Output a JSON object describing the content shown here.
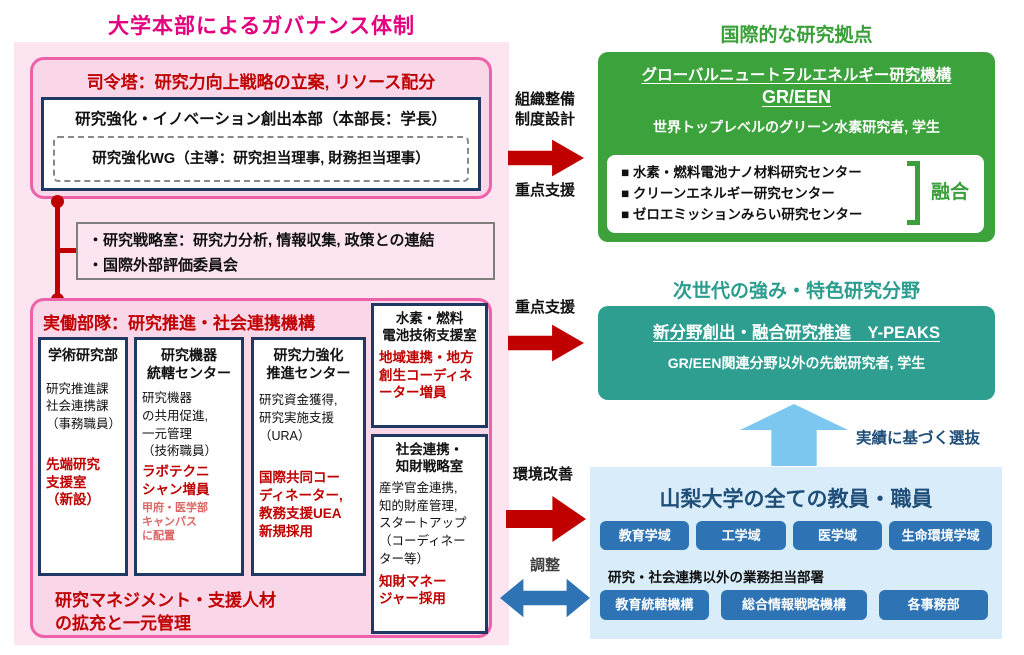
{
  "colors": {
    "magenta_title": "#E5007E",
    "red_accent": "#C00000",
    "navy_border": "#1F3864",
    "pink_border": "#EC61A8",
    "panel_pink": "#FCE4F1",
    "box_pink": "#FAD6E9",
    "green": "#3CA23C",
    "teal": "#2D9E90",
    "light_blue_panel": "#D8ECF9",
    "button_blue": "#2E74B5",
    "sky_arrow": "#7CC7F0",
    "navy_text": "#1F4E79",
    "note_red": "#DD6666"
  },
  "left_panel": {
    "title": "大学本部によるガバナンス体制",
    "command_tower": {
      "title": "司令塔：研究力向上戦略の立案, リソース配分",
      "hq": "研究強化・イノベーション創出本部（本部長：学長）",
      "wg": "研究強化WG（主導：研究担当理事, 財務担当理事）"
    },
    "strategy_note": "・研究戦略室：研究力分析, 情報収集, 政策との連結\n・国際外部評価委員会",
    "operations": {
      "title": "実働部隊：研究推進・社会連携機構",
      "dept1": {
        "header": "学術研究部",
        "body": "研究推進課\n社会連携課\n（事務職員）",
        "highlight": "先端研究\n支援室\n（新設）"
      },
      "dept2": {
        "header": "研究機器\n統轄センター",
        "body": "研究機器\nの共用促進,\n一元管理\n（技術職員）",
        "highlight": "ラボテクニ\nシャン増員",
        "note": "甲府・医学部\nキャンパス\nに配置"
      },
      "dept3": {
        "header": "研究力強化\n推進センター",
        "body": "研究資金獲得,\n研究実施支援\n（URA）",
        "highlight": "国際共同コー\nディネーター,\n教務支援UEA\n新規採用"
      },
      "dept4": {
        "header": "水素・燃料\n電池技術支援室",
        "highlight": "地域連携・地方\n創生コーディネ\nーター増員"
      },
      "dept5": {
        "header": "社会連携・\n知財戦略室",
        "body": "産学官金連携,\n知的財産管理,\nスタートアップ\n（コーディネー\nター等）",
        "highlight": "知財マネー\nジャー採用"
      },
      "footer": "研究マネジメント・支援人材\nの拡充と一元管理"
    }
  },
  "flows": {
    "org_design": "組織整備\n制度設計",
    "priority_support_1": "重点支援",
    "priority_support_2": "重点支援",
    "env_improve": "環境改善",
    "adjust": "調整",
    "selection": "実績に基づく選抜"
  },
  "international_hub": {
    "title": "国際的な研究拠点",
    "org_name": "グローバルニュートラルエネルギー研究機構",
    "org_abbr": "GR/EEN",
    "members": "世界トップレベルのグリーン水素研究者, 学生",
    "centers": [
      "■ 水素・燃料電池ナノ材料研究センター",
      "■ クリーンエネルギー研究センター",
      "■ ゼロエミッションみらい研究センター"
    ],
    "fusion": "融合"
  },
  "next_gen": {
    "title": "次世代の強み・特色研究分野",
    "program": "新分野創出・融合研究推進　Y-PEAKS",
    "members": "GR/EEN関連分野以外の先鋭研究者, 学生"
  },
  "university": {
    "title": "山梨大学の全ての教員・職員",
    "domains": [
      "教育学域",
      "工学域",
      "医学域",
      "生命環境学域"
    ],
    "other_depts_label": "研究・社会連携以外の業務担当部署",
    "departments": [
      "教育統轄機構",
      "総合情報戦略機構",
      "各事務部"
    ]
  }
}
